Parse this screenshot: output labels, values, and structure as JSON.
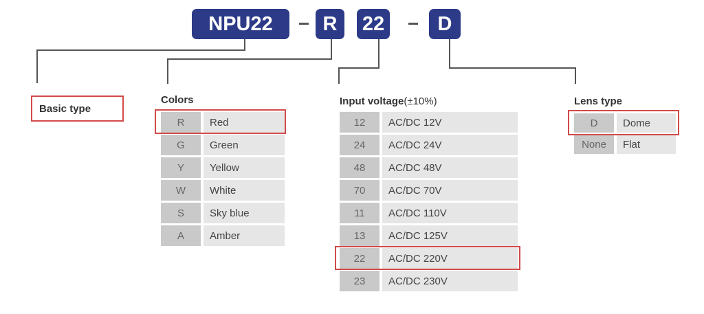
{
  "code": {
    "base": "NPU22",
    "color": "R",
    "voltage": "22",
    "lens": "D",
    "separator": "-"
  },
  "basic_type": {
    "label": "Basic type"
  },
  "colors": {
    "title": "Colors",
    "rows": [
      {
        "code": "R",
        "name": "Red"
      },
      {
        "code": "G",
        "name": "Green"
      },
      {
        "code": "Y",
        "name": "Yellow"
      },
      {
        "code": "W",
        "name": "White"
      },
      {
        "code": "S",
        "name": "Sky blue"
      },
      {
        "code": "A",
        "name": "Amber"
      }
    ]
  },
  "voltage": {
    "title": "Input voltage",
    "title_suffix": "(±10%)",
    "rows": [
      {
        "code": "12",
        "name": "AC/DC 12V"
      },
      {
        "code": "24",
        "name": "AC/DC 24V"
      },
      {
        "code": "48",
        "name": "AC/DC 48V"
      },
      {
        "code": "70",
        "name": "AC/DC 70V"
      },
      {
        "code": "11",
        "name": "AC/DC 110V"
      },
      {
        "code": "13",
        "name": "AC/DC 125V"
      },
      {
        "code": "22",
        "name": "AC/DC 220V"
      },
      {
        "code": "23",
        "name": "AC/DC 230V"
      }
    ]
  },
  "lens": {
    "title": "Lens type",
    "rows": [
      {
        "code": "D",
        "name": "Dome"
      },
      {
        "code": "None",
        "name": "Flat"
      }
    ]
  },
  "colors_palette": {
    "badge": "#2c3a87",
    "highlight": "#d24a4a",
    "code_cell": "#c9c9c9",
    "desc_cell": "#e6e6e6"
  }
}
